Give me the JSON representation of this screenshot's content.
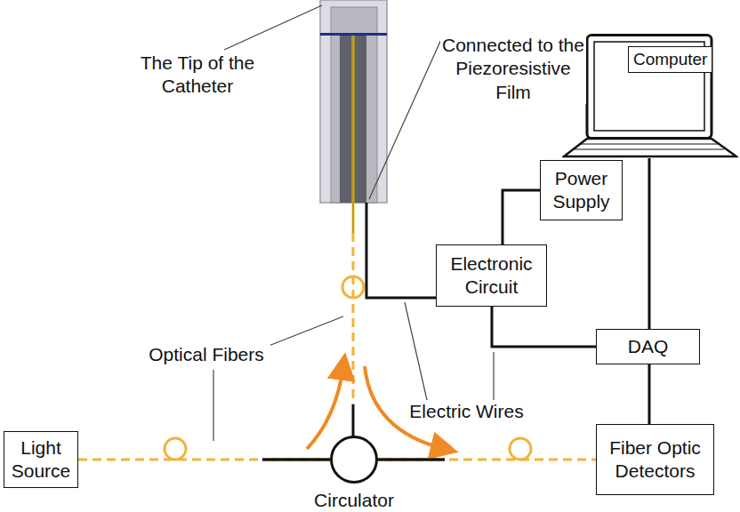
{
  "diagram": {
    "nodes": [
      {
        "text": [
          "Computer"
        ]
      },
      {
        "text": [
          "Power Supply"
        ]
      },
      {
        "text": [
          "Electronic Circuit"
        ]
      },
      {
        "text": [
          "DAQ"
        ]
      },
      {
        "text": [
          "Light Source"
        ]
      },
      {
        "text": [
          "Circulator"
        ]
      },
      {
        "text": [
          "Fiber Optic Detectors"
        ]
      }
    ],
    "edges": [
      {
        "from": 4,
        "to": 5,
        "arrow": "none"
      },
      {
        "from": 5,
        "to": 6,
        "arrow": "none"
      },
      {
        "from": 2,
        "to": 1,
        "arrow": "none"
      },
      {
        "from": 2,
        "to": 3,
        "arrow": "none"
      },
      {
        "from": 0,
        "to": 3,
        "arrow": "none"
      },
      {
        "from": 3,
        "to": 6,
        "arrow": "none"
      }
    ],
    "labels": [
      "The Tip of the Catheter",
      "Connected to the Piezoresistive Film",
      "Optical Fibers",
      "Electric Wires"
    ]
  }
}
